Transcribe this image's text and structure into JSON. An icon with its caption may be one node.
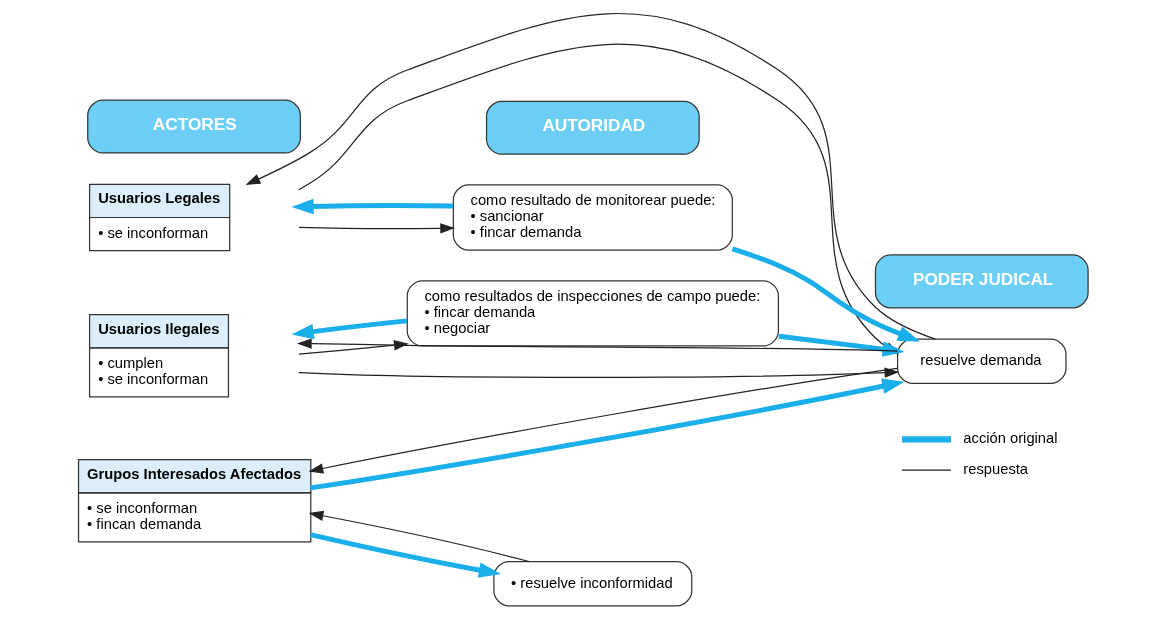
{
  "diagram": {
    "nodes": [
      {
        "text": [
          "ACTORES"
        ]
      },
      {
        "text": [
          "AUTORIDAD"
        ]
      },
      {
        "text": [
          "PODER JUDICAL"
        ]
      },
      {
        "text": [
          "Usuarios Legales",
          "• se inconforman"
        ]
      },
      {
        "text": [
          "como resultado de monitorear puede:",
          "• sancionar",
          "• fincar demanda"
        ]
      },
      {
        "text": [
          "Usuarios Ilegales",
          "• cumplen",
          "• se inconforman"
        ]
      },
      {
        "text": [
          "como resultados de inspecciones de campo puede:",
          "• fincar demanda",
          "• negociar"
        ]
      },
      {
        "text": [
          "resuelve demanda"
        ]
      },
      {
        "text": [
          "Grupos Interesados Afectados",
          "• se inconforman",
          "• fincan demanda"
        ]
      },
      {
        "text": [
          "• resuelve inconformidad"
        ]
      }
    ],
    "edges": [
      {
        "from": 4,
        "to": 3,
        "arrow": "to",
        "style": "thick",
        "color": "#1aaeea"
      },
      {
        "from": 3,
        "to": 4,
        "arrow": "to"
      },
      {
        "from": 3,
        "to": 7,
        "arrow": "to"
      },
      {
        "from": 4,
        "to": 7,
        "arrow": "to",
        "style": "thick",
        "color": "#1aaeea"
      },
      {
        "from": 6,
        "to": 5,
        "arrow": "to",
        "style": "thick",
        "color": "#1aaeea"
      },
      {
        "from": 5,
        "to": 6,
        "arrow": "to"
      },
      {
        "from": 5,
        "to": 7,
        "arrow": "to"
      },
      {
        "from": 6,
        "to": 7,
        "arrow": "to",
        "style": "thick",
        "color": "#1aaeea"
      },
      {
        "from": 9,
        "to": 8,
        "arrow": "to"
      },
      {
        "from": 8,
        "to": 9,
        "arrow": "to",
        "style": "thick",
        "color": "#1aaeea"
      },
      {
        "from": 8,
        "to": 7,
        "arrow": "to",
        "style": "thick",
        "color": "#1aaeea"
      },
      {
        "from": 7,
        "to": 3,
        "arrow": "to"
      },
      {
        "from": 7,
        "to": 5,
        "arrow": "to"
      },
      {
        "from": 7,
        "to": 8,
        "arrow": "to"
      }
    ],
    "legend": [
      {
        "text": "acción original"
      },
      {
        "text": "respuesta"
      }
    ]
  }
}
